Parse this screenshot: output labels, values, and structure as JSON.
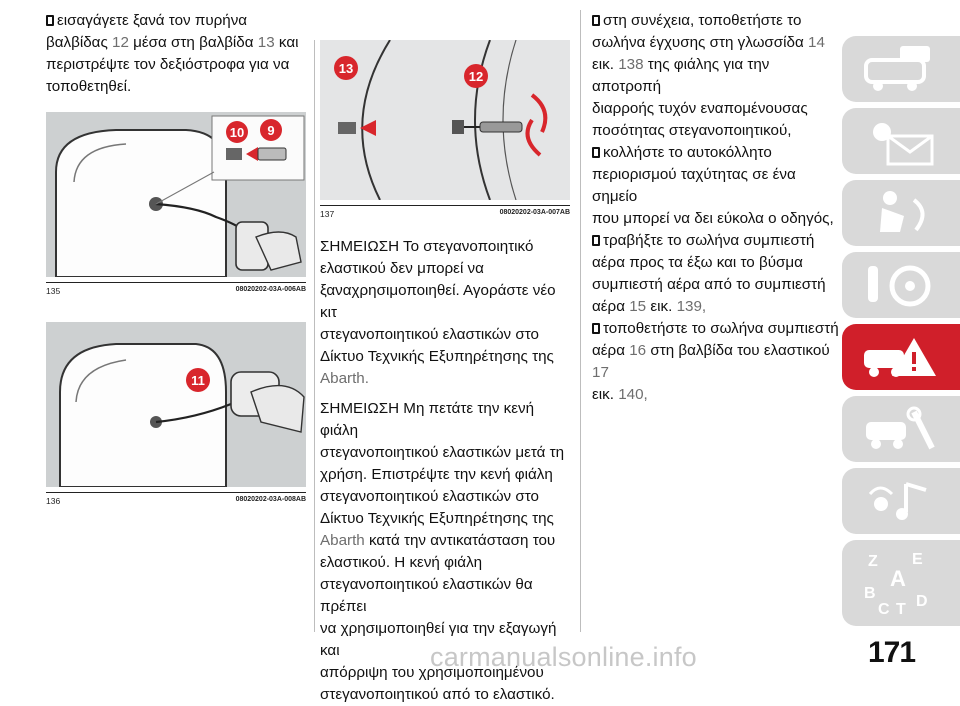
{
  "col1": {
    "para1": {
      "text1": "εισαγάγετε ξανά τον πυρήνα",
      "text2": "βαλβίδας",
      "ref1": "12",
      "text3": "μέσα στη βαλβίδα",
      "ref2": "13",
      "text4": "και",
      "text5": "περιστρέψτε τον δεξιόστροφα για να",
      "text6": "τοποθετηθεί."
    }
  },
  "figures": {
    "fig135": {
      "number": "135",
      "code": "08020202-03A-006AB",
      "callouts": [
        "10",
        "9"
      ]
    },
    "fig136": {
      "number": "136",
      "code": "08020202-03A-008AB",
      "callouts": [
        "11"
      ]
    },
    "fig137": {
      "number": "137",
      "code": "08020202-03A-007AB",
      "callouts": [
        "13",
        "12"
      ]
    }
  },
  "col2": {
    "note1": {
      "l1": "ΣΗΜΕΙΩΣΗ Το στεγανοποιητικό",
      "l2": "ελαστικού δεν μπορεί να",
      "l3": "ξαναχρησιμοποιηθεί. Αγοράστε νέο κιτ",
      "l4": "στεγανοποιητικού ελαστικών στο",
      "l5": "Δίκτυο Τεχνικής Εξυπηρέτησης της",
      "l6": "Abarth."
    },
    "note2": {
      "l1": "ΣΗΜΕΙΩΣΗ Μη πετάτε την κενή φιάλη",
      "l2": "στεγανοποιητικού ελαστικών μετά τη",
      "l3": "χρήση. Επιστρέψτε την κενή φιάλη",
      "l4": "στεγανοποιητικού ελαστικών στο",
      "l5": "Δίκτυο Τεχνικής Εξυπηρέτησης της",
      "l6a": "Abarth",
      "l6b": "κατά την αντικατάσταση του",
      "l7": "ελαστικού. Η κενή φιάλη",
      "l8": "στεγανοποιητικού ελαστικών θα πρέπει",
      "l9": "να χρησιμοποιηθεί για την εξαγωγή και",
      "l10": "απόρριψη του χρησιμοποιημένου",
      "l11": "στεγανοποιητικού από το ελαστικό."
    }
  },
  "col3": {
    "b1": {
      "l1": "στη συνέχεια, τοποθετήστε το",
      "l2a": "σωλήνα έγχυσης στη γλωσσίδα",
      "l2b": "14",
      "l3a": "εικ.",
      "l3b": "138",
      "l3c": "της φιάλης για την αποτροπή",
      "l4": "διαρροής τυχόν εναπομένουσας",
      "l5": "ποσότητας στεγανοποιητικού,"
    },
    "b2": {
      "l1": "κολλήστε το αυτοκόλλητο",
      "l2": "περιορισμού ταχύτητας σε ένα σημείο",
      "l3": "που μπορεί να δει εύκολα ο οδηγός,"
    },
    "b3": {
      "l1": "τραβήξτε το σωλήνα συμπιεστή",
      "l2": "αέρα προς τα έξω και το βύσμα",
      "l3": "συμπιεστή αέρα από το συμπιεστή",
      "l4a": "αέρα",
      "l4b": "15",
      "l4c": "εικ.",
      "l4d": "139,"
    },
    "b4": {
      "l1": "τοποθετήστε το σωλήνα συμπιεστή",
      "l2a": "αέρα",
      "l2b": "16",
      "l2c": "στη βαλβίδα του ελαστικού",
      "l2d": "17",
      "l3a": "εικ.",
      "l3b": "140,"
    }
  },
  "sidebar": {
    "tabs": [
      "car-dashboard-icon",
      "warning-lights-icon",
      "seat-airbag-icon",
      "starting-driving-icon",
      "emergency-icon",
      "service-icon",
      "multimedia-icon",
      "index-icon"
    ],
    "active": "emergency-icon",
    "index_letters": [
      "Z",
      "E",
      "A",
      "B",
      "C",
      "T",
      "D"
    ]
  },
  "page_number": "171",
  "watermark": "carmanualsonline.info",
  "colors": {
    "accent_red": "#d01f2a",
    "callout_red": "#d8262c",
    "tab_gray": "#d9d9d9"
  }
}
